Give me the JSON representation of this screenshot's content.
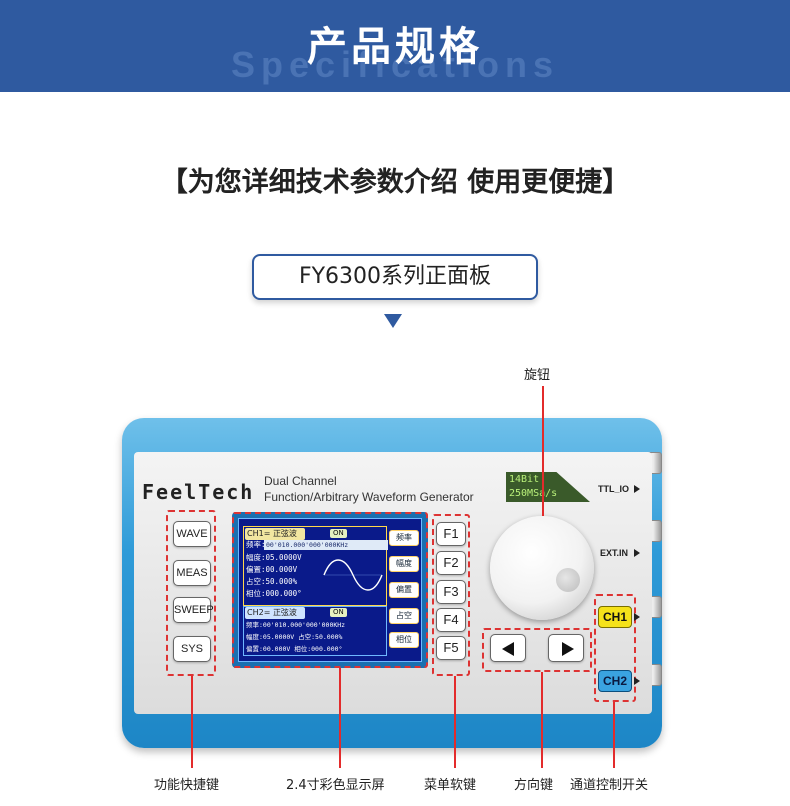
{
  "header": {
    "title": "产品规格",
    "ghost_text": "Specifications"
  },
  "subtitle": "【为您详细技术参数介绍 使用更便捷】",
  "model": {
    "label": "FY6300系列正面板"
  },
  "device": {
    "brand": "FeelTech",
    "desc_line1": "Dual Channel",
    "desc_line2": "Function/Arbitrary Waveform Generator",
    "spec_line1": "14Bit",
    "spec_line2": "250MSa/s",
    "ports": [
      "TTL_IO",
      "EXT.IN"
    ],
    "function_keys": [
      "WAVE",
      "MEAS",
      "SWEEP",
      "SYS"
    ],
    "soft_keys": [
      "F1",
      "F2",
      "F3",
      "F4",
      "F5"
    ],
    "channel_buttons": [
      {
        "label": "CH1",
        "color": "#f5e21a"
      },
      {
        "label": "CH2",
        "color": "#3aa3e0"
      }
    ]
  },
  "screen": {
    "ch1_title": "CH1= 正弦波",
    "ch1_state": "ON",
    "ch1_freq_label": "频率:",
    "ch1_freq_value": "00'010.000'000'000KHz",
    "ch1_lines": [
      "幅度:05.0000V",
      "偏置:00.000V",
      "占空:50.000%",
      "相位:000.000°"
    ],
    "ch2_title": "CH2= 正弦波",
    "ch2_state": "ON",
    "ch2_lines": [
      "频率:00'010.000'000'000KHz",
      "幅度:05.0000V 占空:50.000%",
      "偏置:00.000V  相位:000.000°"
    ],
    "side_buttons": [
      "频率",
      "幅度",
      "偏置",
      "占空",
      "相位"
    ]
  },
  "callouts": {
    "knob": "旋钮",
    "function_keys": "功能快捷键",
    "display": "2.4寸彩色显示屏",
    "soft_keys": "菜单软键",
    "direction_keys": "方向键",
    "channel_switch": "通道控制开关"
  },
  "colors": {
    "header_bg": "#2f5aa0",
    "callout_line": "#e32b2b",
    "device_body": "#2f9bd8"
  }
}
